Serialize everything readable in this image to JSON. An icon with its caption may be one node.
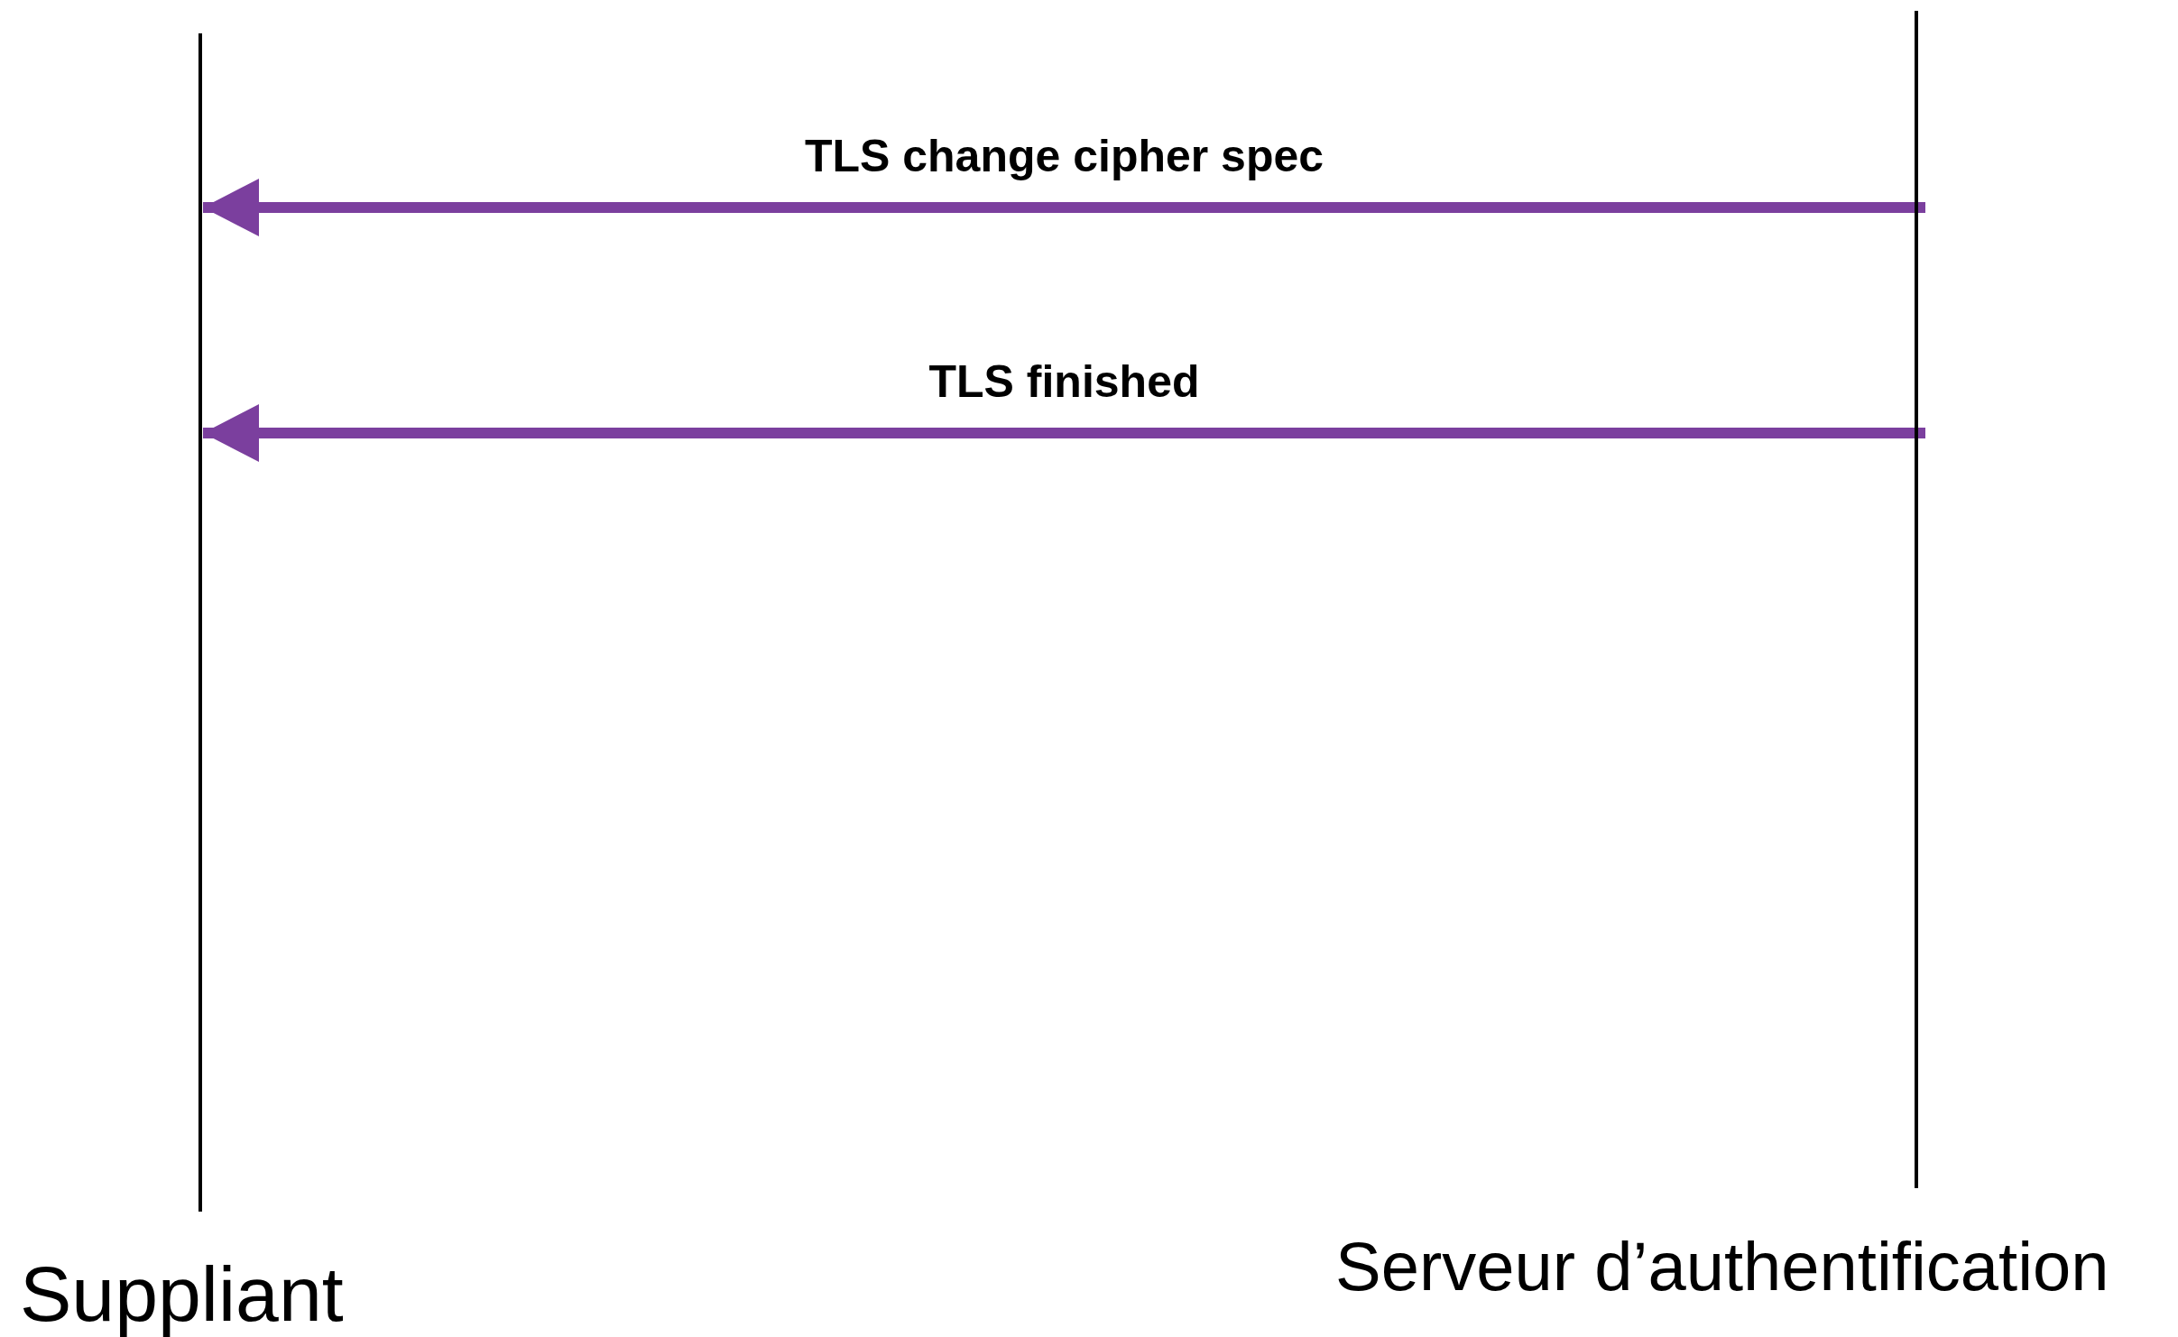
{
  "diagram": {
    "nodes": [
      {
        "text": [
          "Suppliant"
        ]
      },
      {
        "text": [
          "Serveur d’authentification"
        ]
      }
    ],
    "edges": [
      {
        "from": 1,
        "to": 0,
        "arrow": "to",
        "label": "TLS change cipher spec"
      },
      {
        "from": 1,
        "to": 0,
        "arrow": "to",
        "label": "TLS finished"
      }
    ]
  }
}
